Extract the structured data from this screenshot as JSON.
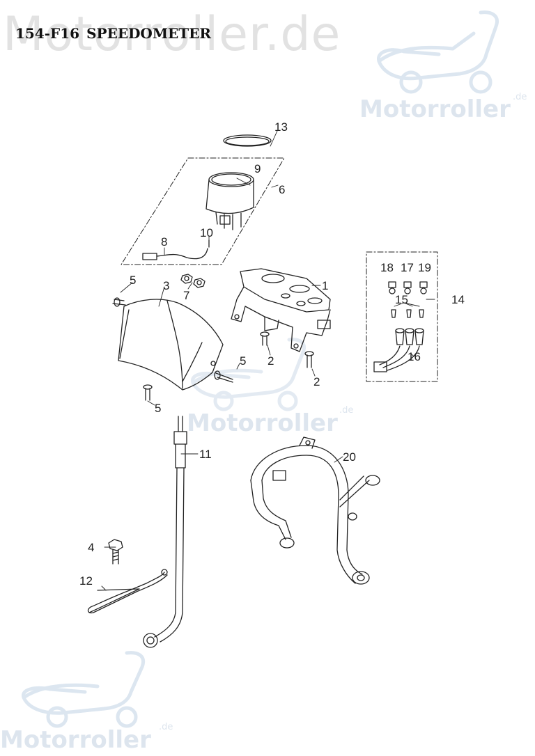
{
  "header": {
    "diagram_code": "154-F16",
    "diagram_title": "SPEEDOMETER"
  },
  "watermark": {
    "brand": "Motorroller",
    "tld": ".de",
    "banner": "Motorroller.de",
    "icon": "scooter-outline-icon"
  },
  "colors": {
    "line": "#222222",
    "watermark_text": "#e2e2e2",
    "watermark_logo": "#dce6f0"
  },
  "callouts": [
    {
      "number": "1",
      "part": "meter bracket"
    },
    {
      "number": "2",
      "part": "bolt"
    },
    {
      "number": "2",
      "part": "bolt"
    },
    {
      "number": "3",
      "part": "meter cover"
    },
    {
      "number": "4",
      "part": "bolt"
    },
    {
      "number": "5",
      "part": "screw"
    },
    {
      "number": "5",
      "part": "screw"
    },
    {
      "number": "5",
      "part": "screw"
    },
    {
      "number": "6",
      "part": "speedometer assembly"
    },
    {
      "number": "7",
      "part": "nut"
    },
    {
      "number": "8",
      "part": "wire harness"
    },
    {
      "number": "9",
      "part": "speedometer"
    },
    {
      "number": "10",
      "part": "bulb"
    },
    {
      "number": "11",
      "part": "speedometer cable"
    },
    {
      "number": "12",
      "part": "clamp"
    },
    {
      "number": "13",
      "part": "o-ring"
    },
    {
      "number": "14",
      "part": "indicator lamp assembly"
    },
    {
      "number": "15",
      "part": "socket"
    },
    {
      "number": "16",
      "part": "lamp harness"
    },
    {
      "number": "17",
      "part": "bulb"
    },
    {
      "number": "18",
      "part": "bulb"
    },
    {
      "number": "19",
      "part": "bulb"
    },
    {
      "number": "20",
      "part": "handlebar bracket"
    }
  ]
}
